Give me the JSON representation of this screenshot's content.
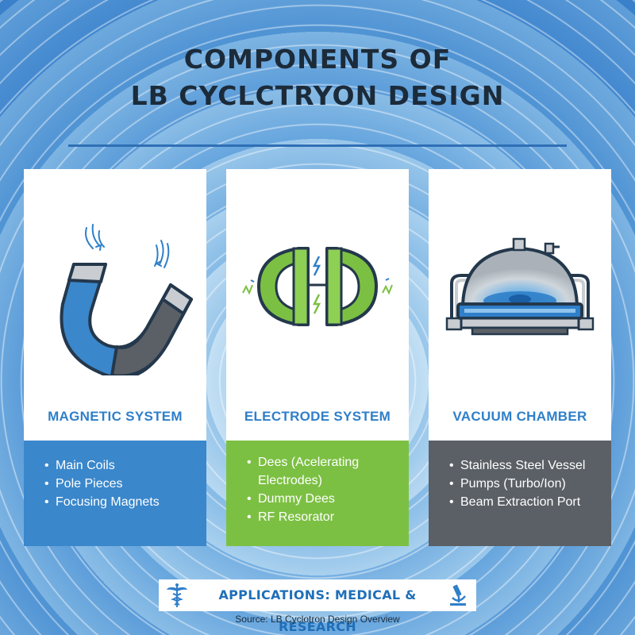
{
  "title": {
    "line1": "COMPONENTS OF",
    "line2": "LB CYCLCTRYON DESIGN"
  },
  "cards": [
    {
      "icon": "magnet-icon",
      "heading": "MAGNETIC SYSTEM",
      "accent": "#3a87cb",
      "items": [
        "Main Coils",
        "Pole Pieces",
        "Focusing Magnets"
      ]
    },
    {
      "icon": "dee-electrodes-icon",
      "heading": "ELECTRODE SYSTEM",
      "accent": "#7cc043",
      "items": [
        "Dees (Acelerating",
        "Electrodes)",
        "Dummy Dees",
        "RF Resorator"
      ]
    },
    {
      "icon": "vacuum-chamber-icon",
      "heading": "VACUUM CHAMBER",
      "accent": "#5b6066",
      "items": [
        "Stainless Steel Vessel",
        "Pumps (Turbo/Ion)",
        "Beam Extraction Port"
      ]
    }
  ],
  "footer": {
    "label": "APPLICATIONS: MEDICAL & RESEARCH",
    "left_icon": "caduceus-icon",
    "right_icon": "microscope-icon",
    "source": "Source: LB Cyclotron Design Overview"
  },
  "colors": {
    "title": "#1c2b3a",
    "rule": "#2f6fb5",
    "heading": "#2f7fc9",
    "background": "#3b80ca"
  }
}
